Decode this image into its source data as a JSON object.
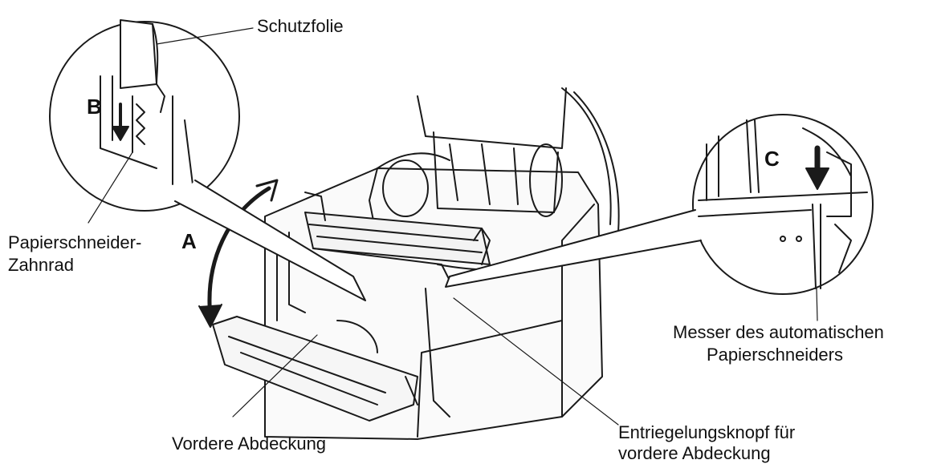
{
  "labels": {
    "schutzfolie": "Schutzfolie",
    "gear_line1": "Papierschneider-",
    "gear_line2": "Zahnrad",
    "letter_a": "A",
    "letter_b": "B",
    "letter_c": "C",
    "knife_line1": "Messer des automatischen",
    "knife_line2": "Papierschneiders",
    "cover": "Vordere Abdeckung",
    "release_line1": "Entriegelungsknopf für",
    "release_line2": "vordere Abdeckung"
  },
  "icons": [
    "arrow-down-icon",
    "rotate-arrow-icon"
  ]
}
